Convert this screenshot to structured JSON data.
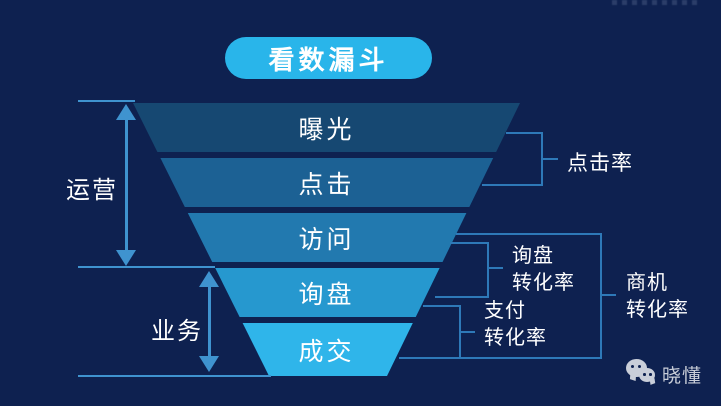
{
  "title": {
    "label": "看数漏斗"
  },
  "funnel": {
    "levels": [
      {
        "label": "曝光",
        "color": "#164872"
      },
      {
        "label": "点击",
        "color": "#1c6194"
      },
      {
        "label": "访问",
        "color": "#2279af"
      },
      {
        "label": "询盘",
        "color": "#2698cf"
      },
      {
        "label": "成交",
        "color": "#2fb5ea"
      }
    ]
  },
  "left_annotations": {
    "operations": {
      "label": "运营"
    },
    "business": {
      "label": "业务"
    }
  },
  "right_annotations": {
    "click_rate": {
      "label": "点击率"
    },
    "inquiry_conversion": {
      "line1": "询盘",
      "line2": "转化率"
    },
    "payment_conversion": {
      "line1": "支付",
      "line2": "转化率"
    },
    "opportunity_conversion": {
      "line1": "商机",
      "line2": "转化率"
    }
  },
  "watermark": {
    "icon": "wechat-icon",
    "brand": "晓懂"
  },
  "colors": {
    "background": "#0e2150",
    "title_pill": "#29b5ea",
    "bracket_line": "#2e79b8",
    "measure_line": "#3f93cf",
    "text": "#ffffff",
    "watermark_text": "#c9ced9"
  }
}
